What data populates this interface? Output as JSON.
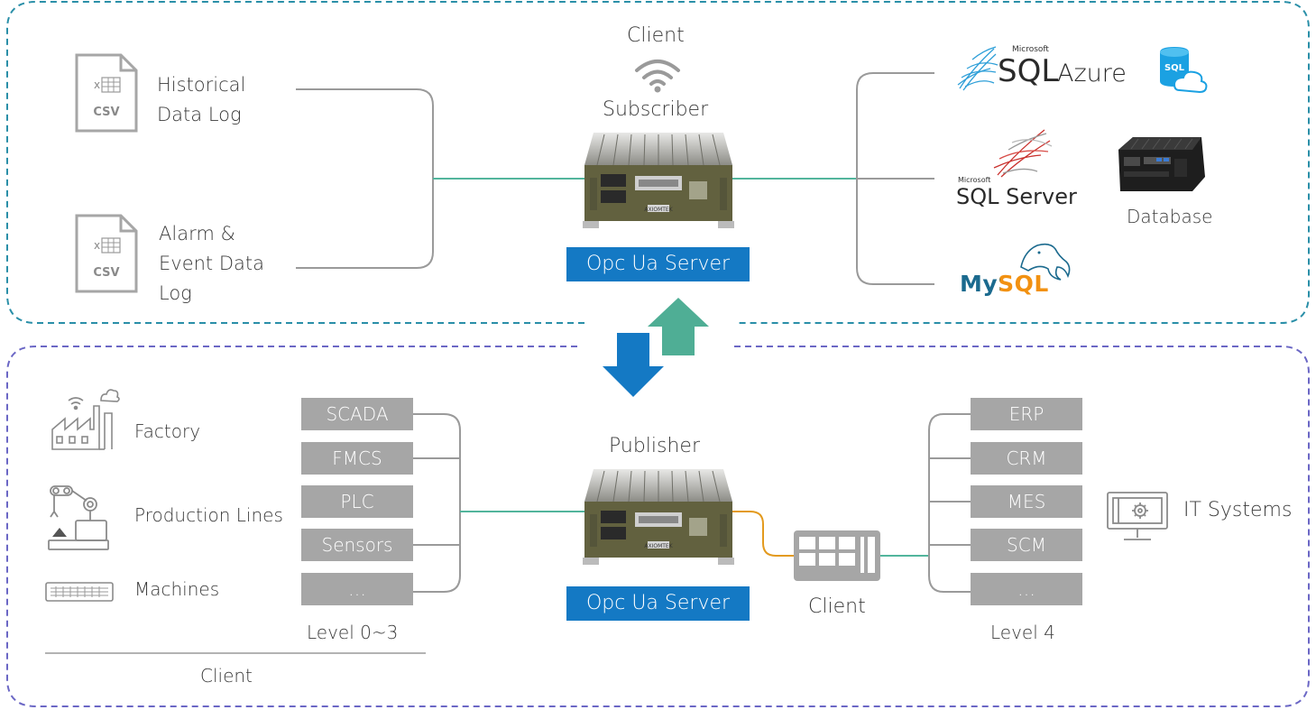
{
  "top_section": {
    "client_label": "Client",
    "subscriber_label": "Subscriber",
    "server_label": "Opc Ua  Server",
    "files": [
      {
        "icon_text": "CSV",
        "label_lines": [
          "Historical",
          "Data Log"
        ]
      },
      {
        "icon_text": "CSV",
        "label_lines": [
          "Alarm &",
          "Event Data",
          "Log"
        ]
      }
    ],
    "databases": {
      "azure": {
        "microsoft": "Microsoft",
        "sql": "SQL",
        "azure": "Azure",
        "badge": "SQL"
      },
      "sql_server": {
        "microsoft": "Microsoft",
        "text": "SQL Server"
      },
      "mysql": {
        "text": "MySQL"
      },
      "database_label": "Database",
      "device_brand": "AXIOMTEK"
    }
  },
  "bottom_section": {
    "publisher_label": "Publisher",
    "server_label": "Opc Ua  Server",
    "client_device_label": "Client",
    "device_brand": "AXIOMTEK",
    "sources": [
      {
        "icon": "factory-icon",
        "label": "Factory"
      },
      {
        "icon": "robot-arm-icon",
        "label": "Production Lines"
      },
      {
        "icon": "keyboard-icon",
        "label": "Machines"
      }
    ],
    "sources_footer": "Client",
    "level_0_3": {
      "items": [
        "SCADA",
        "FMCS",
        "PLC",
        "Sensors",
        "…"
      ],
      "label": "Level 0~3"
    },
    "level_4": {
      "items": [
        "ERP",
        "CRM",
        "MES",
        "SCM",
        "…"
      ],
      "label": "Level 4"
    },
    "it_systems_label": "IT Systems"
  },
  "colors": {
    "top_border": "#2a8fa8",
    "bottom_border": "#6b67c5",
    "teal_line": "#52b59c",
    "orange_line": "#e39a1e",
    "gray_line": "#9a9a9a",
    "opc_blue": "#1479c4",
    "arrow_down": "#1479c4",
    "arrow_up": "#4fae95",
    "box_gray": "#a6a6a6"
  }
}
